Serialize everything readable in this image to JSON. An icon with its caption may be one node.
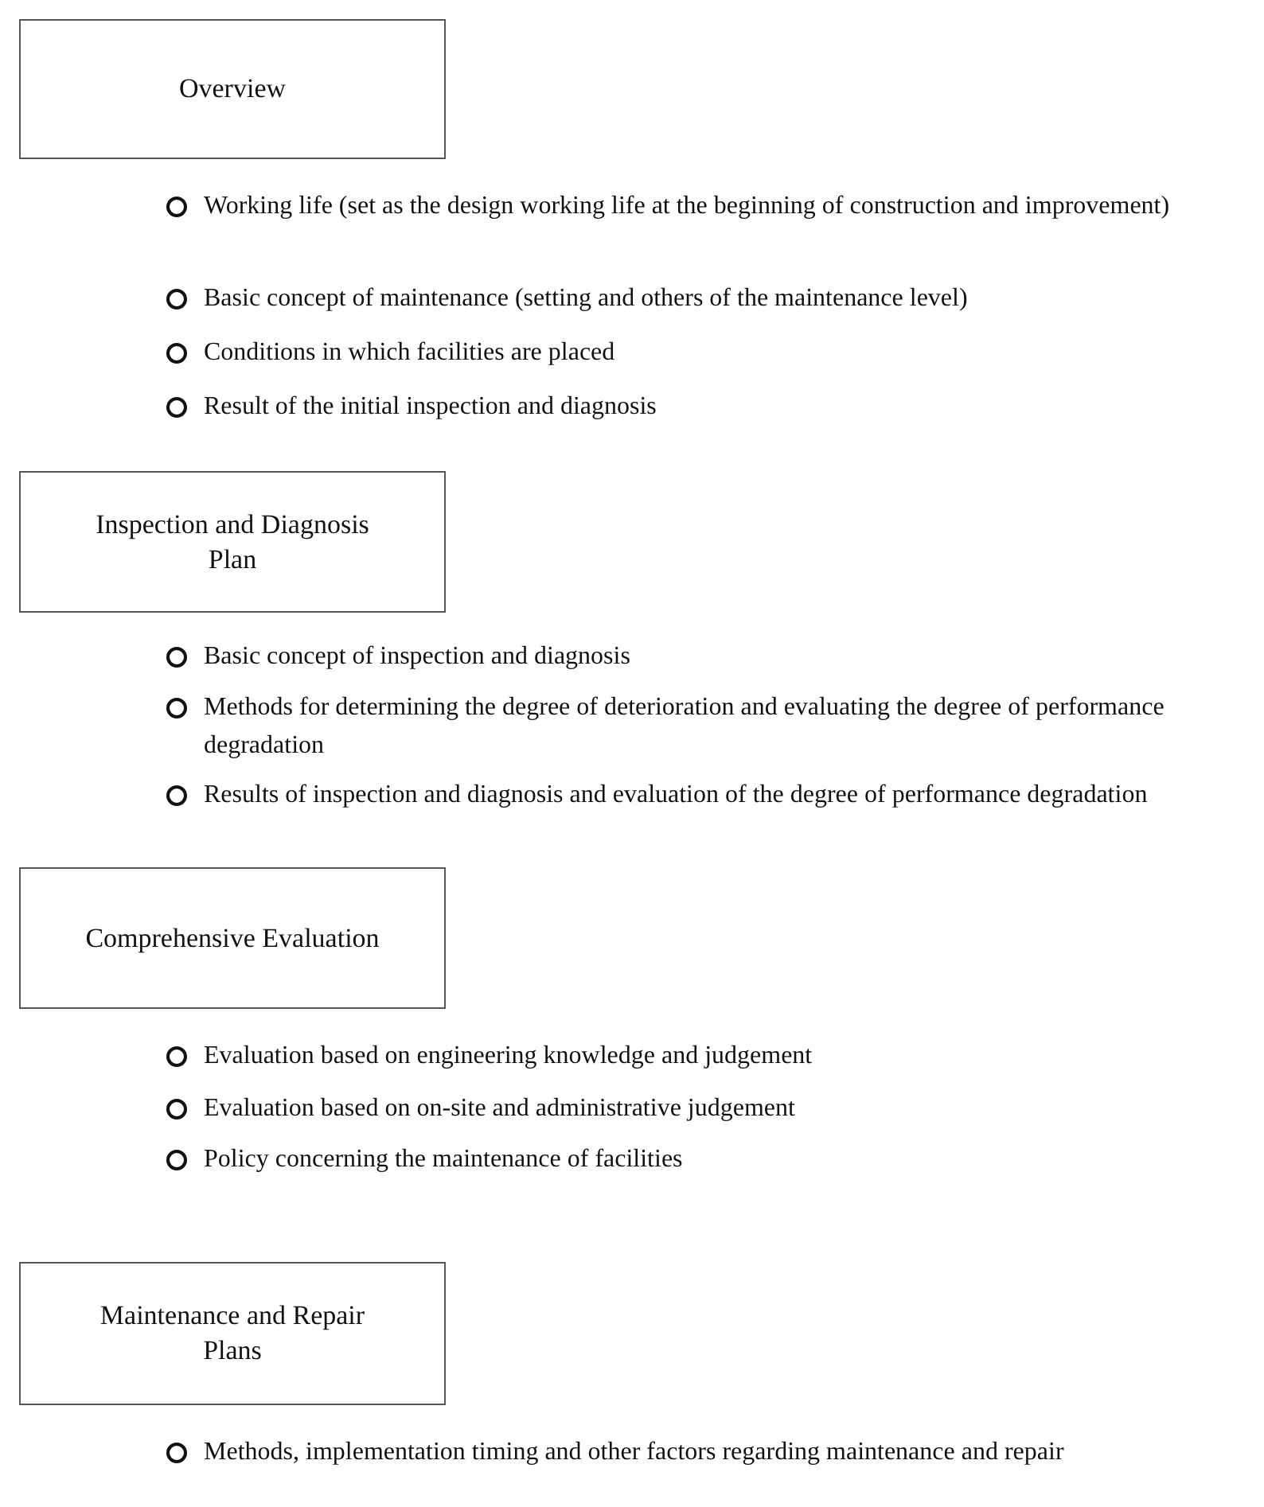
{
  "diagram": {
    "nodes": [
      {
        "text": [
          "Overview"
        ]
      },
      {
        "text": [
          "Inspection and Diagnosis Plan"
        ]
      },
      {
        "text": [
          "Comprehensive Evaluation"
        ]
      },
      {
        "text": [
          "Maintenance and Repair Plans"
        ]
      }
    ],
    "labels": [
      "Working life (set as the design working life at the beginning of construction and improvement)",
      "Basic concept of maintenance (setting and others of the maintenance level)",
      "Conditions in which facilities are placed",
      "Result of the initial inspection and diagnosis",
      "Basic concept of inspection and diagnosis",
      "Methods for determining the degree of deterioration and evaluating the degree of performance degradation",
      "Results of inspection and diagnosis and evaluation of the degree of performance degradation",
      "Evaluation based on engineering knowledge and judgement",
      "Evaluation based on on-site and administrative judgement",
      "Policy concerning the maintenance of facilities",
      "Methods, implementation timing and other factors regarding maintenance and repair"
    ]
  }
}
